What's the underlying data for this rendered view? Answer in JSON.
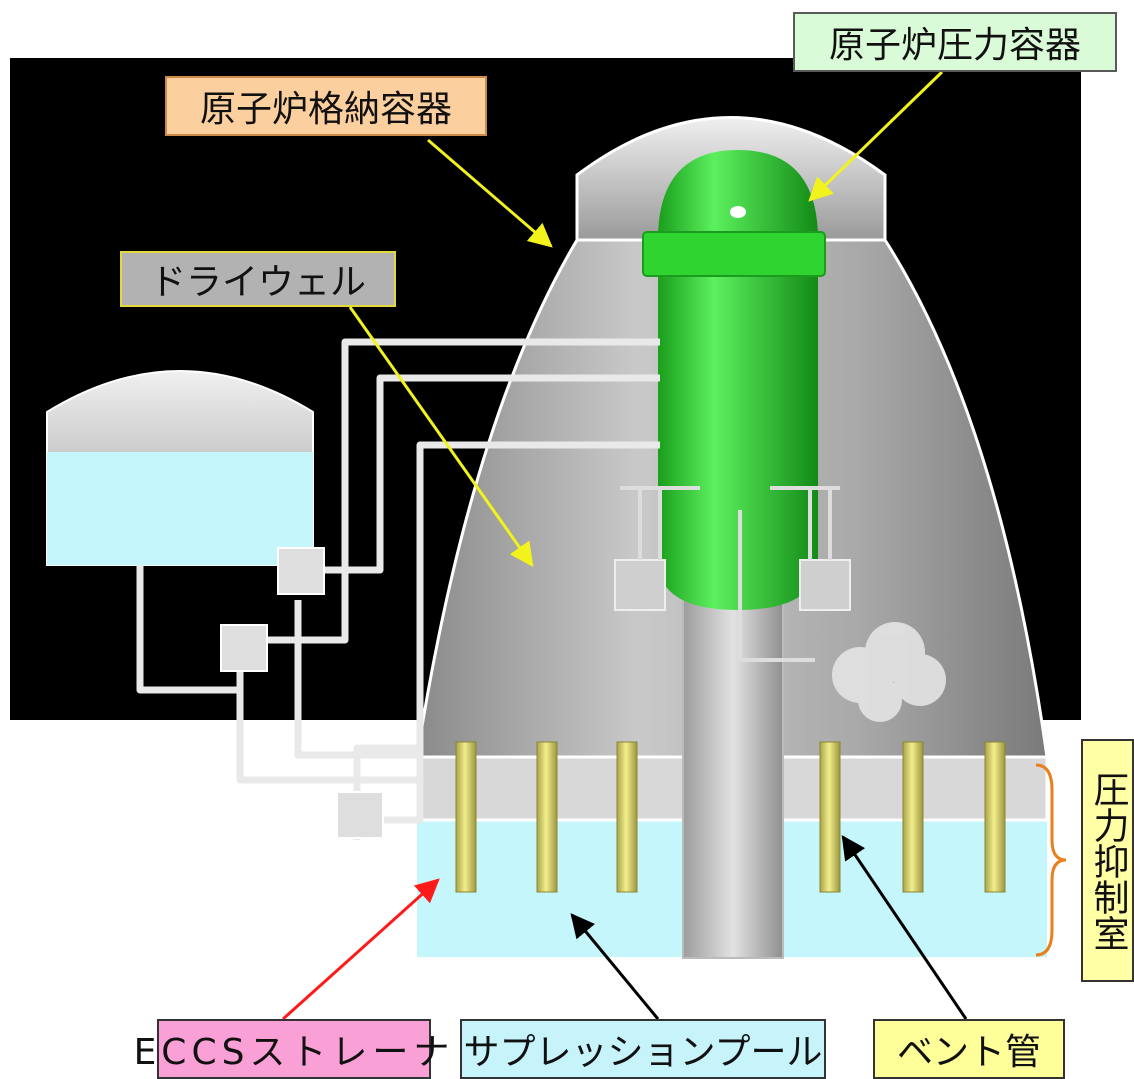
{
  "labels": {
    "containment_vessel": "原子炉格納容器",
    "pressure_vessel": "原子炉圧力容器",
    "drywell": "ドライウェル",
    "suppression_chamber": "圧力抑制室",
    "eccs_strainer": "ECCSストレーナ",
    "suppression_pool": "サプレッションプール",
    "vent_pipe": "ベント管"
  },
  "colors": {
    "background": "#000000",
    "containment": "#bdbdbd",
    "reactor_vessel": "#2fd431",
    "water": "#c4f6fb",
    "vent_pipes": "#e7e07a",
    "arrow_yellow": "#f2f21c",
    "arrow_red": "#ff1a1a",
    "arrow_black": "#000000",
    "bracket_orange": "#e8801e"
  }
}
